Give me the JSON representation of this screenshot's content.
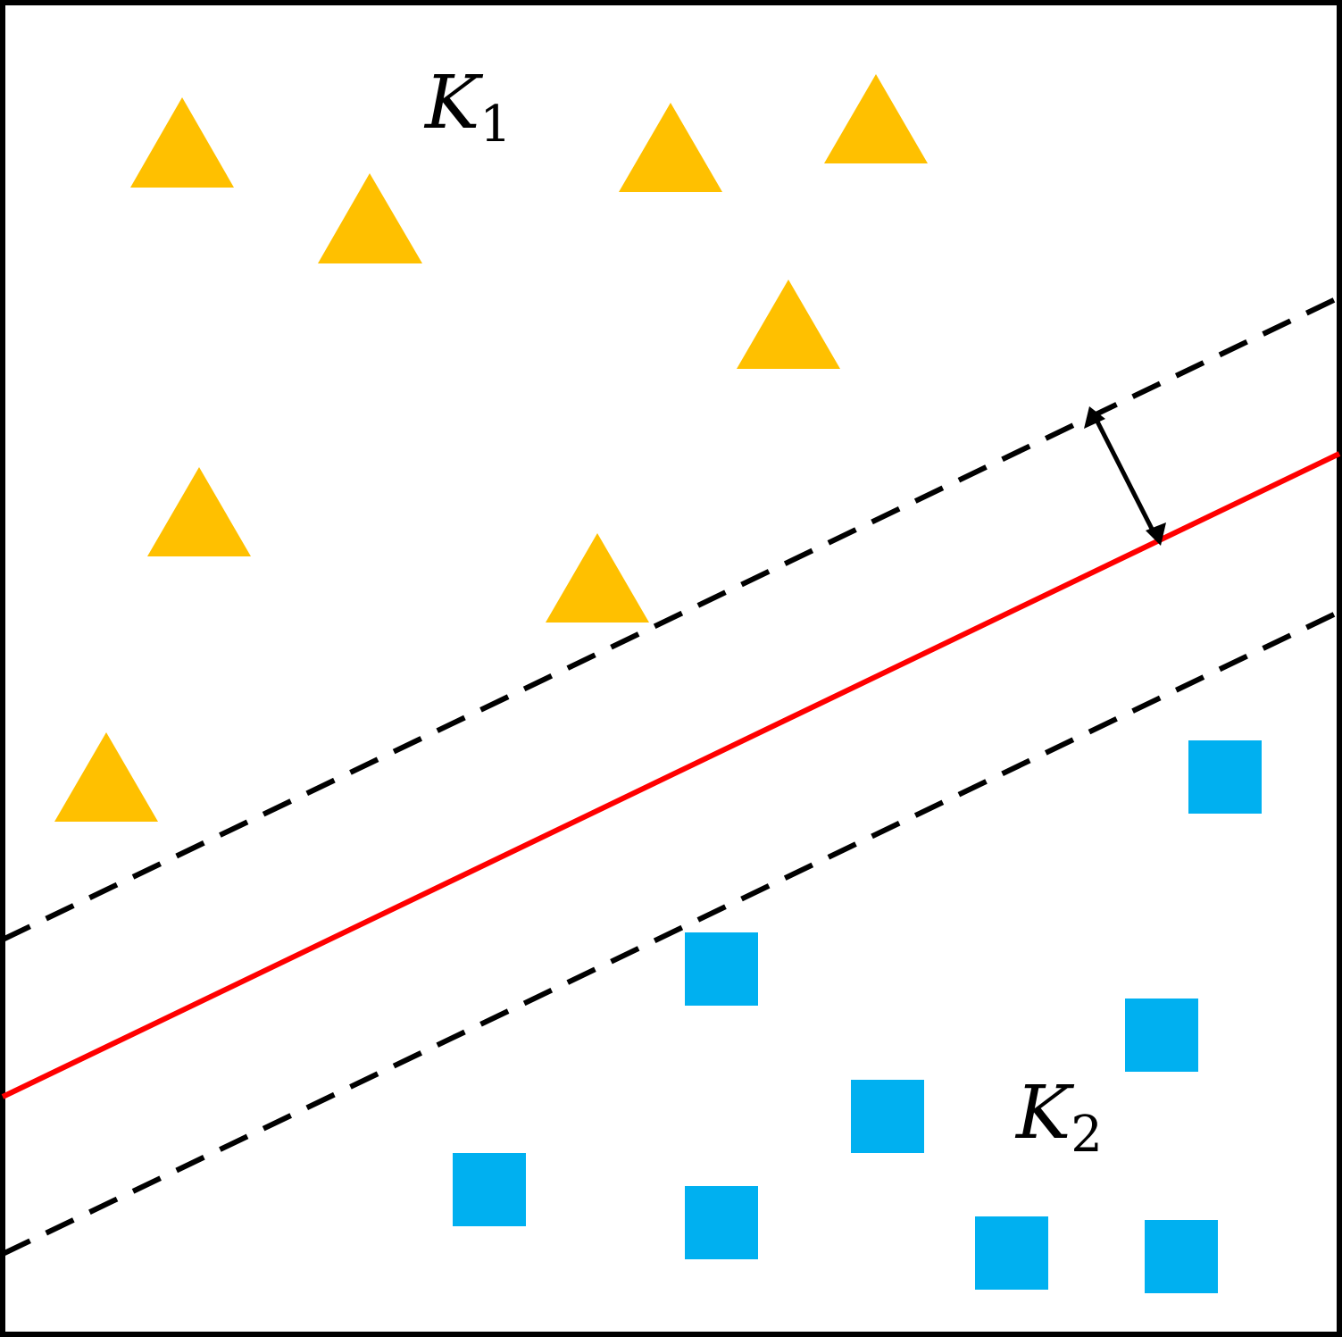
{
  "labels": {
    "class_1": {
      "main": "K",
      "sub": "1"
    },
    "class_2": {
      "main": "K",
      "sub": "2"
    }
  },
  "colors": {
    "triangle": "#FFC000",
    "square": "#00B0F0",
    "hyperplane": "#FF0000",
    "margin": "#000000",
    "arrow": "#000000",
    "frame": "#000000"
  },
  "icons": {
    "class_1_marker": "triangle",
    "class_2_marker": "square",
    "margin_width": "double-headed-arrow"
  }
}
